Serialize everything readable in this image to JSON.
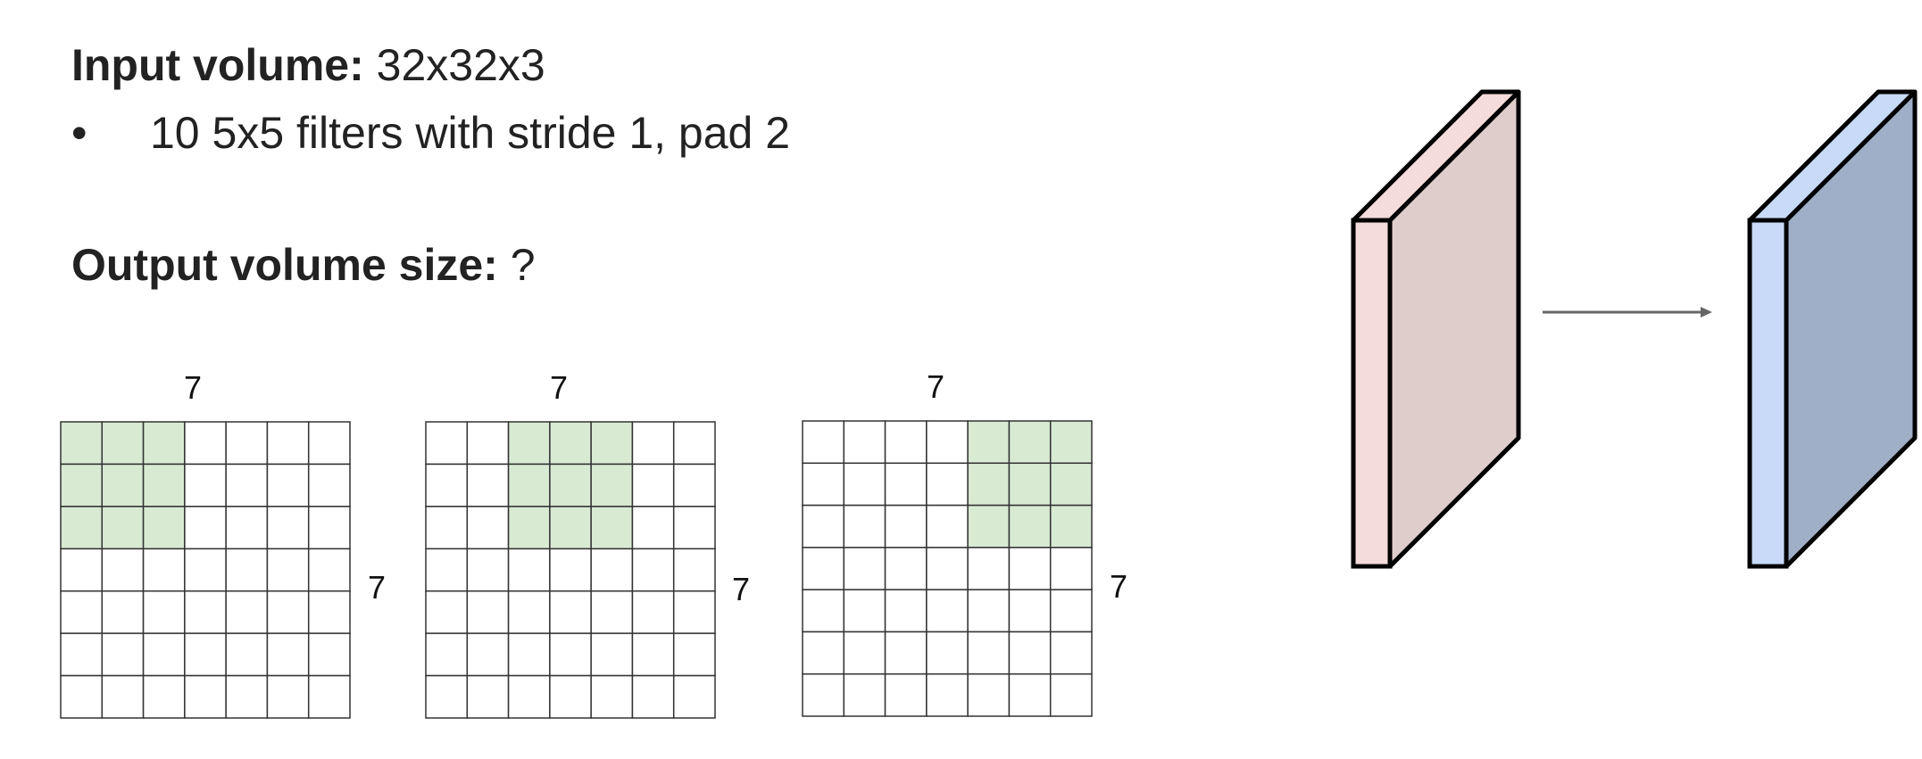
{
  "text": {
    "input_label": "Input volume:",
    "input_value": "32x32x3",
    "bullet": "•",
    "filters": "10 5x5 filters with stride 1, pad 2",
    "output_label": "Output volume size:",
    "output_value": "?"
  },
  "grids": [
    {
      "size_top": "7",
      "size_side": "7",
      "rows": 7,
      "cols": 7,
      "highlight_row": 0,
      "highlight_col": 0,
      "highlight_size": 3
    },
    {
      "size_top": "7",
      "size_side": "7",
      "rows": 7,
      "cols": 7,
      "highlight_row": 0,
      "highlight_col": 2,
      "highlight_size": 3
    },
    {
      "size_top": "7",
      "size_side": "7",
      "rows": 7,
      "cols": 7,
      "highlight_row": 0,
      "highlight_col": 4,
      "highlight_size": 3
    }
  ],
  "colors": {
    "highlight": "#d9ead3",
    "grid_line": "#333333",
    "input_volume_front": "#f4dcdb",
    "input_volume_side": "#dfcdcc",
    "output_volume_front": "#c9daf8",
    "output_volume_side": "#9fafc7",
    "arrow": "#666666"
  }
}
